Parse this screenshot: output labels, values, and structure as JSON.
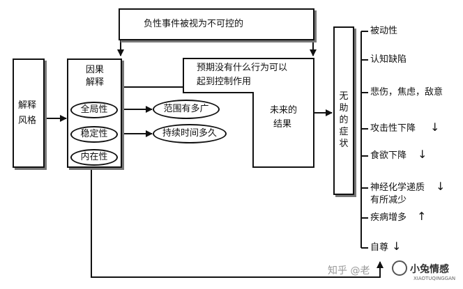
{
  "attribution_style": {
    "line1": "解释",
    "line2": "风格"
  },
  "causal_explanation": {
    "line1": "因果",
    "line2": "解释"
  },
  "top_box": {
    "text": "负性事件被视为不可控的"
  },
  "dimensions": [
    {
      "label": "全局性"
    },
    {
      "label": "稳定性"
    },
    {
      "label": "内在性"
    }
  ],
  "dimension_effects": [
    {
      "label": "范围有多广"
    },
    {
      "label": "持续时间多久"
    }
  ],
  "expectation": {
    "line1": "预期没有什么行为可以",
    "line2": "起到控制作用"
  },
  "future_result": {
    "line1": "未来的",
    "line2": "结果"
  },
  "helplessness": {
    "label": "无助的症状",
    "chars": [
      "无",
      "助",
      "的",
      "症",
      "状"
    ]
  },
  "symptoms": [
    {
      "label": "被动性",
      "arrow": ""
    },
    {
      "label": "认知缺陷",
      "arrow": ""
    },
    {
      "label": "悲伤，焦虑，敌意",
      "arrow": ""
    },
    {
      "label": "攻击性下降",
      "arrow": "↓"
    },
    {
      "label": "食欲下降",
      "arrow": "↓"
    },
    {
      "label": "神经化学递质",
      "label2": "有所减少",
      "arrow": "↓"
    },
    {
      "label": "疾病增多",
      "arrow": "↑"
    },
    {
      "label": "自尊",
      "arrow": "↓"
    }
  ],
  "watermark": {
    "platform": "知乎 @老",
    "brand": "小兔情感",
    "sub": "XIAOTUQINGGAN"
  },
  "colors": {
    "line": "#111111",
    "shadow": "#777777"
  }
}
